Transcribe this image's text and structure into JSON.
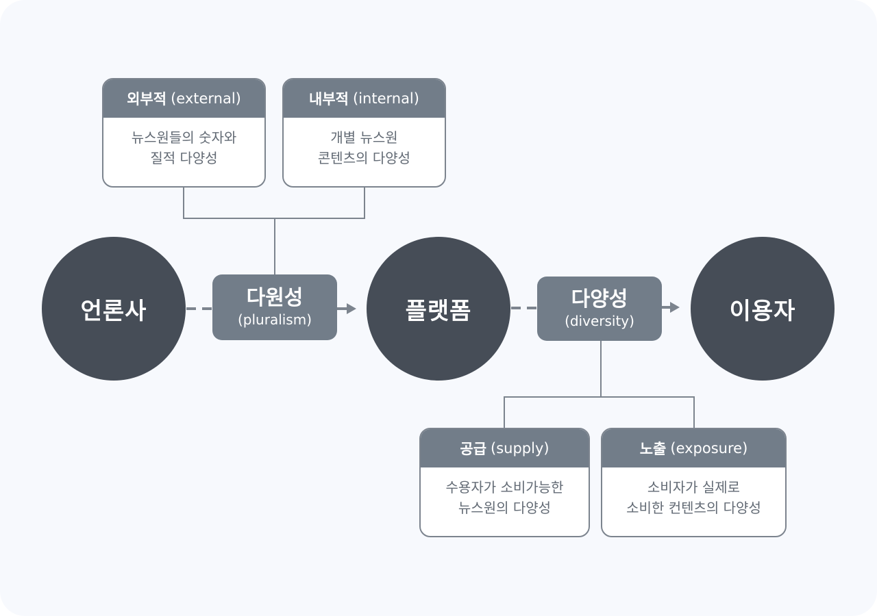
{
  "nodes": {
    "press": "언론사",
    "platform": "플랫폼",
    "user": "이용자"
  },
  "connectors": {
    "pluralism": {
      "main": "다원성",
      "sub": "(pluralism)"
    },
    "diversity": {
      "main": "다양성",
      "sub": "(diversity)"
    }
  },
  "cards": {
    "external": {
      "title": "외부적",
      "title_en": "(external)",
      "lines": [
        "뉴스원들의 숫자와",
        "질적 다양성"
      ]
    },
    "internal": {
      "title": "내부적",
      "title_en": "(internal)",
      "lines": [
        "개별 뉴스원",
        "콘텐츠의 다양성"
      ]
    },
    "supply": {
      "title": "공급",
      "title_en": "(supply)",
      "lines": [
        "수용자가 소비가능한",
        "뉴스원의 다양성"
      ]
    },
    "exposure": {
      "title": "노출",
      "title_en": "(exposure)",
      "lines": [
        "소비자가 실제로",
        "소비한 컨텐츠의 다양성"
      ]
    }
  },
  "colors": {
    "circle": "#464d57",
    "pill": "#727d89",
    "line": "#7c848e",
    "background": "#f7f9fd"
  }
}
